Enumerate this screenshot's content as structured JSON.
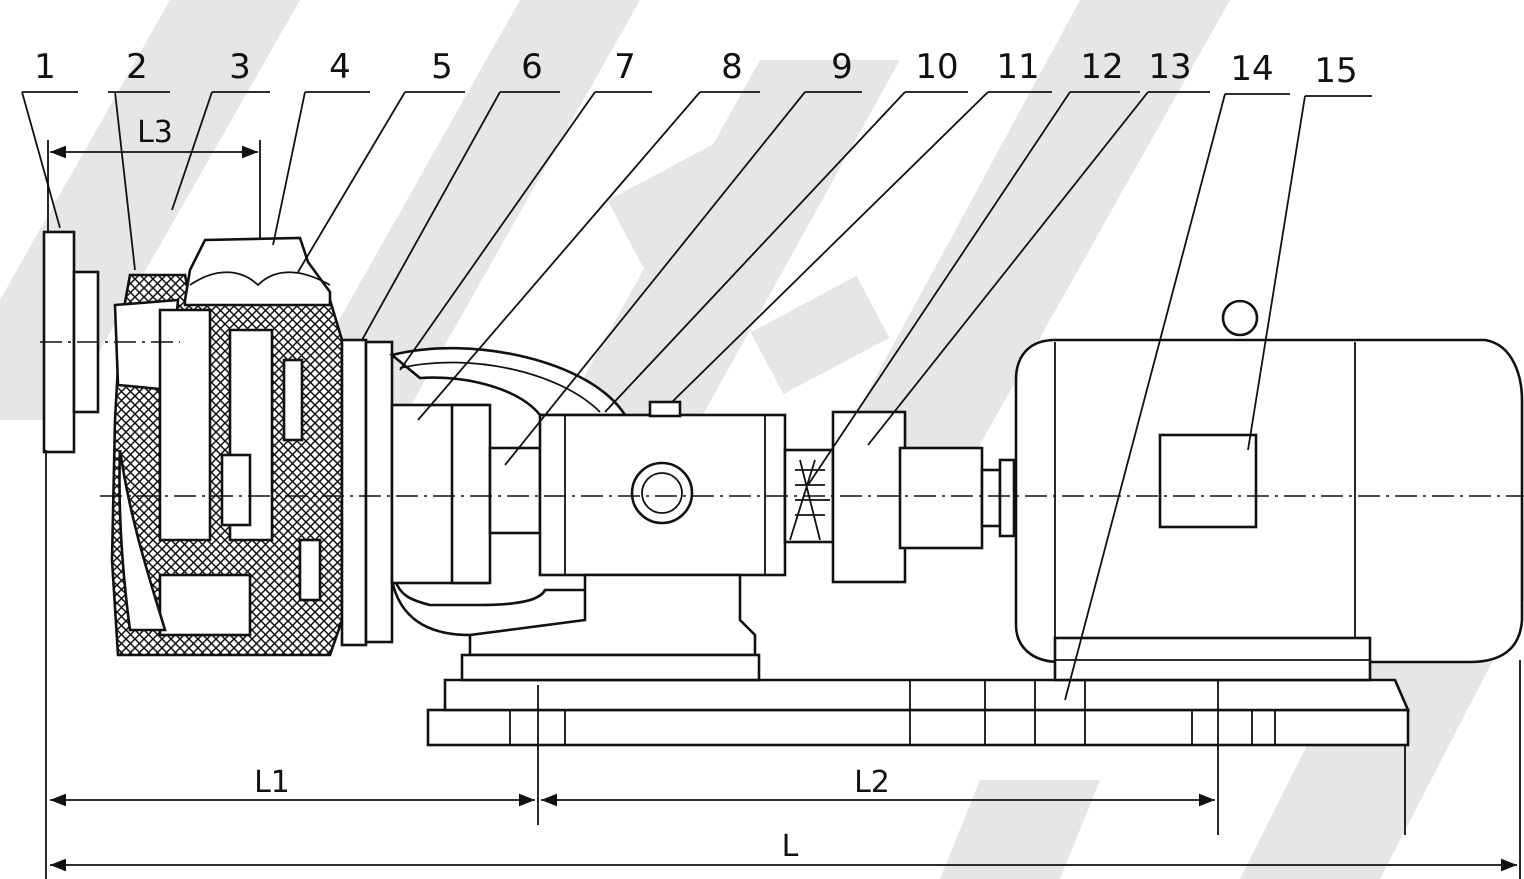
{
  "callouts": [
    "1",
    "2",
    "3",
    "4",
    "5",
    "6",
    "7",
    "8",
    "9",
    "10",
    "11",
    "12",
    "13",
    "14",
    "15"
  ],
  "dimensions": {
    "l3": "L3",
    "l1": "L1",
    "l2": "L2",
    "l": "L"
  }
}
